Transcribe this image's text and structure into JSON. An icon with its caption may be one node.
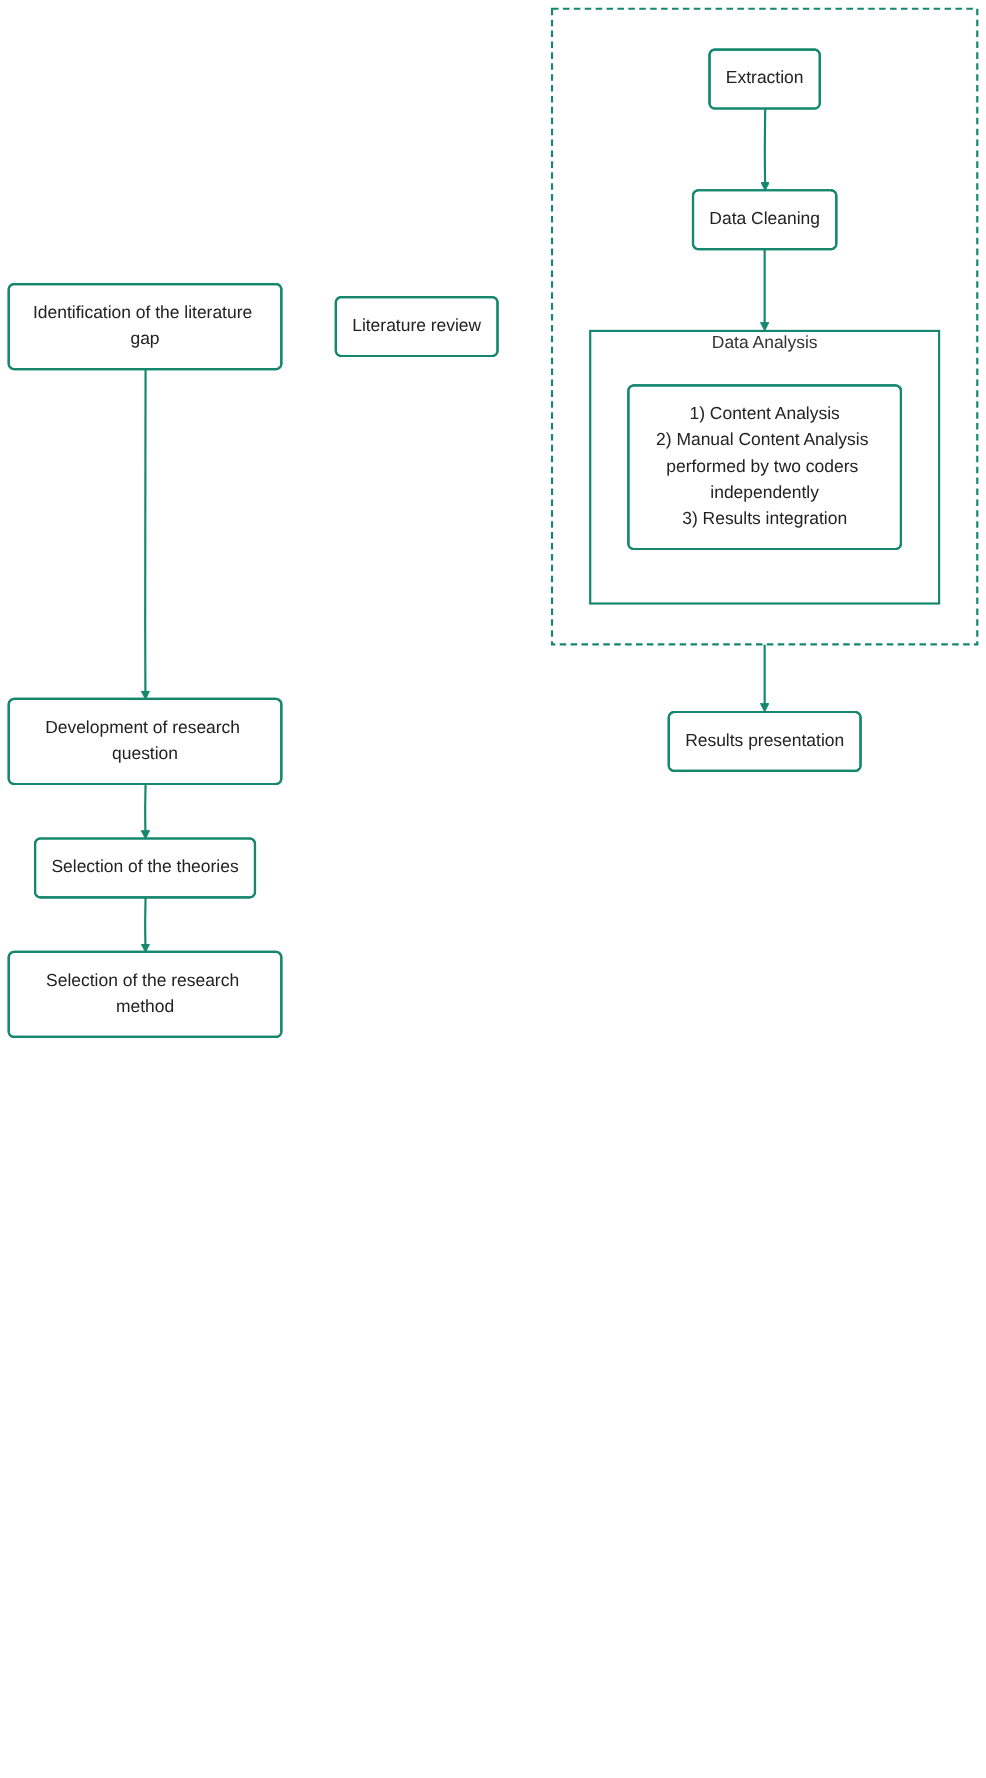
{
  "diagram": {
    "nodes": [
      {
        "text": [
          "Literature review"
        ]
      },
      {
        "text": [
          "Identification of the literature gap"
        ]
      },
      {
        "text": [
          "Development of research question"
        ]
      },
      {
        "text": [
          "Selection of the theories"
        ]
      },
      {
        "text": [
          "Selection of the research method"
        ]
      },
      {
        "text": [],
        "shape": "box"
      },
      {
        "text": [
          "Extraction"
        ],
        "in": 5
      },
      {
        "text": [
          "Data Cleaning"
        ],
        "in": 5
      },
      {
        "text": [
          "Data Analysis"
        ],
        "in": 5
      },
      {
        "text": [
          "1) Content Analysis",
          "2) Manual Content Analysis performed by two coders independently",
          "3) Results integration"
        ],
        "in": 8
      },
      {
        "text": [
          "Results presentation"
        ]
      }
    ],
    "edges": [
      {
        "from": 1,
        "to": 2,
        "arrow": "to"
      },
      {
        "from": 2,
        "to": 3,
        "arrow": "to"
      },
      {
        "from": 3,
        "to": 4,
        "arrow": "to"
      },
      {
        "from": 6,
        "to": 7,
        "arrow": "to"
      },
      {
        "from": 7,
        "to": 8,
        "arrow": "to"
      },
      {
        "from": 5,
        "to": 10,
        "arrow": "to"
      }
    ]
  }
}
